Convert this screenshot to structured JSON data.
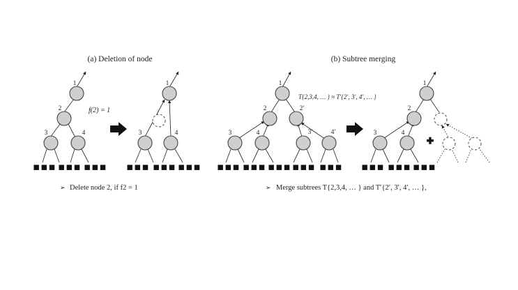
{
  "panel_a": {
    "title": "(a) Deletion of node",
    "f_label": "f(2) = 1",
    "node_labels": {
      "n1": "1",
      "n2": "2",
      "n3": "3",
      "n4": "4"
    },
    "caption_bullet": "➢",
    "caption": "Delete node 2, if f2 = 1"
  },
  "panel_b": {
    "title": "(b) Subtree merging",
    "equiv": "T{2,3,4, … } ≈ T′{2′, 3′, 4′, … }",
    "node_labels": {
      "n1": "1",
      "n2": "2",
      "n2p": "2′",
      "n3": "3",
      "n4": "4",
      "n3p": "3′",
      "n4p": "4′"
    },
    "caption_bullet": "➢",
    "caption": "Merge subtrees T{2,3,4, … } and T′{2′, 3′, 4′, … },"
  },
  "ellipsis": "▪▪▪",
  "icons": {
    "arrow": "right-arrow-icon",
    "plus": "plus-icon"
  }
}
